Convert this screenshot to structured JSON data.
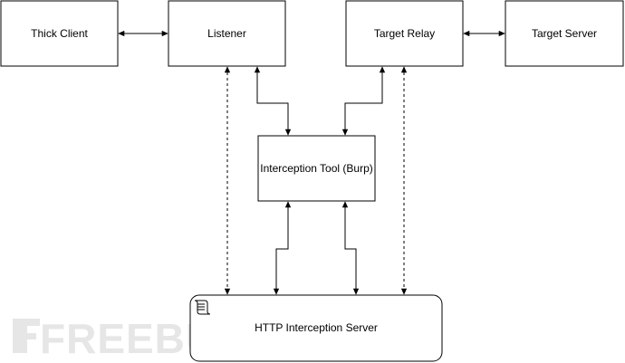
{
  "nodes": {
    "thick_client": "Thick Client",
    "listener": "Listener",
    "target_relay": "Target Relay",
    "target_server": "Target Server",
    "interception_tool": "Interception Tool (Burp)",
    "http_server": "HTTP Interception Server"
  },
  "watermark": {
    "text": "FREEBUF"
  },
  "colors": {
    "stroke": "#000000",
    "background": "#ffffff",
    "watermark": "#e6e6e6"
  }
}
